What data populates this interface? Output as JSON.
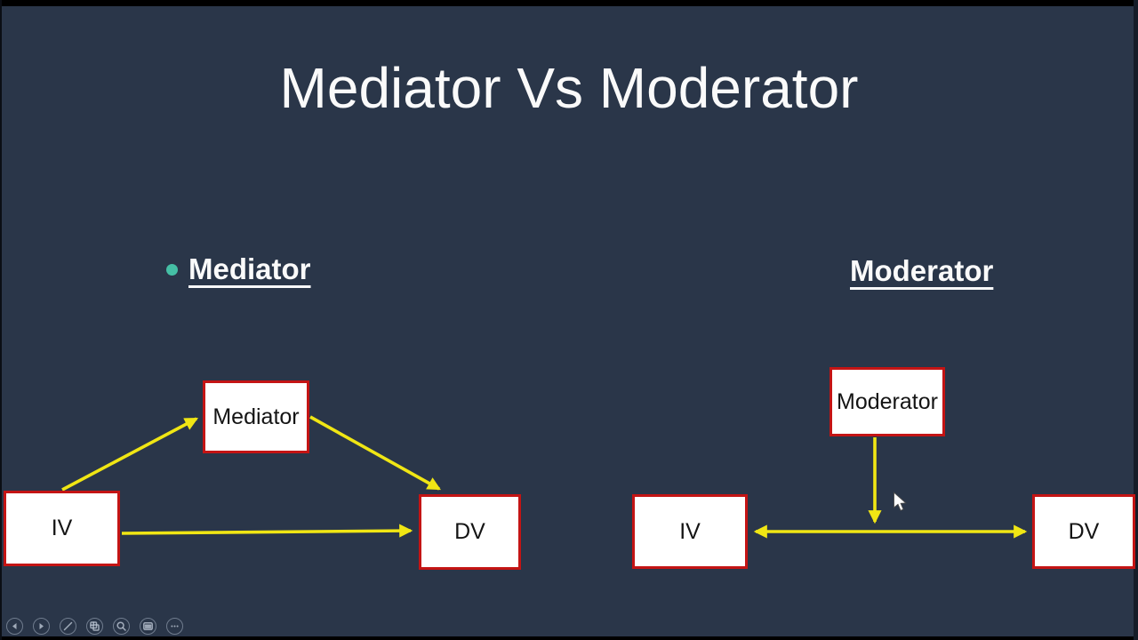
{
  "slide": {
    "title": "Mediator Vs Moderator",
    "left_section": {
      "heading": "Mediator",
      "has_bullet": true
    },
    "right_section": {
      "heading": "Moderator",
      "has_bullet": false
    },
    "left_diagram": {
      "mediator_label": "Mediator",
      "iv_label": "IV",
      "dv_label": "DV",
      "arrows": [
        {
          "from": "IV",
          "to": "Mediator"
        },
        {
          "from": "Mediator",
          "to": "DV"
        },
        {
          "from": "IV",
          "to": "DV"
        }
      ]
    },
    "right_diagram": {
      "moderator_label": "Moderator",
      "iv_label": "IV",
      "dv_label": "DV",
      "arrows": [
        {
          "from": "Moderator",
          "to": "IV-DV path"
        },
        {
          "from": "IV",
          "to": "DV",
          "double_headed": true
        }
      ]
    }
  },
  "colors": {
    "background": "#2A3649",
    "letterbox": "#000000",
    "box_fill": "#FFFFFF",
    "box_border": "#C41414",
    "arrow": "#F0E614",
    "bullet": "#45BFA5",
    "title_text": "#FAFAFA",
    "box_text": "#141414"
  },
  "toolbar": {
    "buttons": [
      {
        "name": "previous-slide",
        "icon": "chevron-left-icon"
      },
      {
        "name": "next-slide",
        "icon": "chevron-right-icon"
      },
      {
        "name": "pen-annotate",
        "icon": "pen-icon"
      },
      {
        "name": "see-all-slides",
        "icon": "slides-grid-icon"
      },
      {
        "name": "zoom-slide",
        "icon": "magnifier-icon"
      },
      {
        "name": "captions",
        "icon": "captions-icon"
      },
      {
        "name": "more-options",
        "icon": "ellipsis-icon"
      }
    ]
  }
}
